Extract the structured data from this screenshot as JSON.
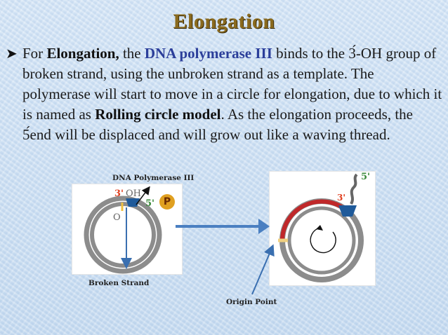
{
  "title": "Elongation",
  "bullet": {
    "intro": "For ",
    "term_elongation": "Elongation,",
    "the": " the ",
    "enzyme": "DNA polymerase III",
    "part1": " binds to the 3́-OH group of broken strand, using the unbroken strand as a template. The polymerase will start to move in a circle for elongation, due to which it is named as ",
    "term_rolling": "Rolling circle model",
    "part2": ". As the elongation proceeds, the 5́end will be displaced and will grow out like a waving thread."
  },
  "diagram": {
    "label_polymerase": "DNA Polymerase III",
    "label_broken_strand": "Broken Strand",
    "label_origin": "Origin Point",
    "left": {
      "three_prime": "3'",
      "oh": "OH",
      "five_prime": "5'",
      "phosphate": "P",
      "origin_mark": "O"
    },
    "right": {
      "three_prime": "3'",
      "five_prime": "5'"
    }
  },
  "colors": {
    "title": "#8a6a1e",
    "emphasis_blue": "#2b3e9a",
    "arrow_blue": "#4a7fc1",
    "polymerase": "#1f5a9a",
    "new_strand_red": "#c0282a",
    "phosphate_orange": "#e0a020",
    "label_red": "#e04020"
  }
}
